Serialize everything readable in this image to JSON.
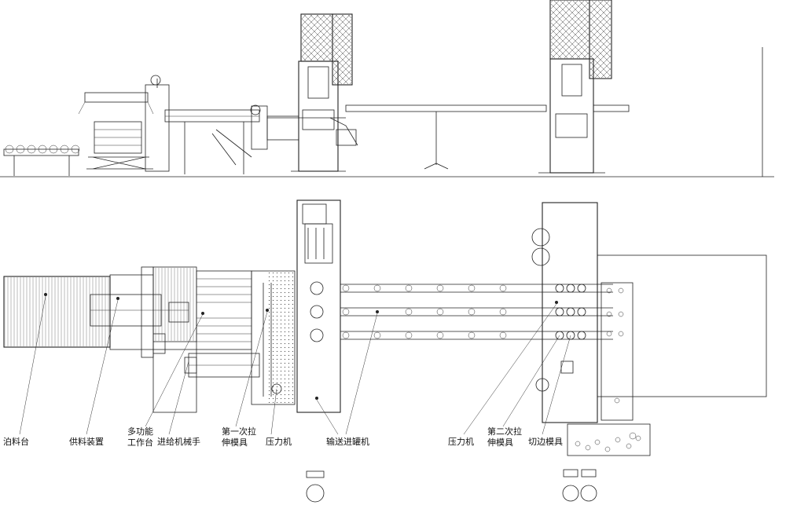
{
  "labels": {
    "unwind_table": "泊料台",
    "feeding_device": "供料装置",
    "multi_table_l1": "多功能",
    "multi_table_l2": "工作台",
    "feeding_robot": "进给机械手",
    "first_stretch_l1": "第一次拉",
    "first_stretch_l2": "伸模具",
    "press1": "压力机",
    "conveyor": "输送进罐机",
    "press2": "压力机",
    "second_stretch_l1": "第二次拉",
    "second_stretch_l2": "伸模具",
    "trim_die": "切边模具"
  },
  "colors": {
    "line": "#222222",
    "background": "#ffffff"
  }
}
